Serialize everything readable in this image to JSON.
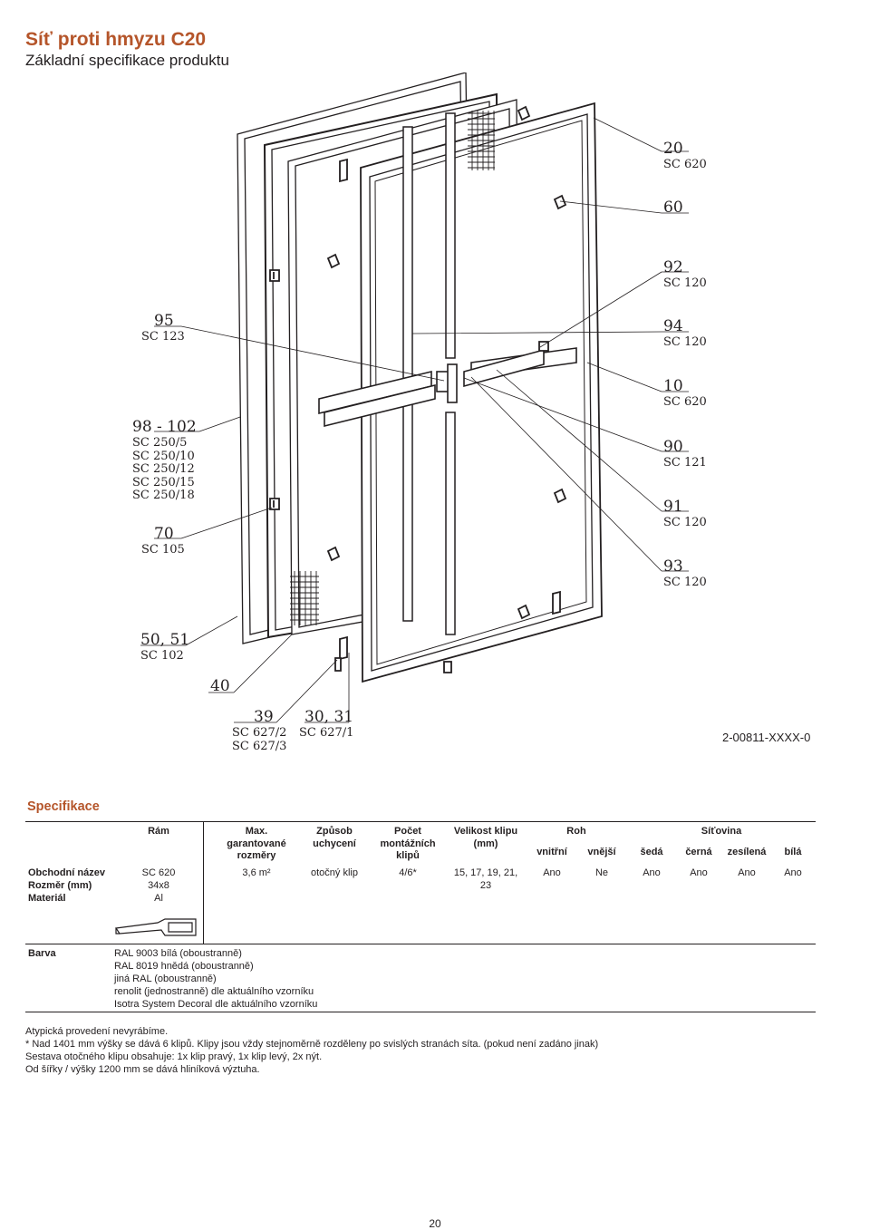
{
  "header": {
    "title": "Síť proti hmyzu C20",
    "subtitle": "Základní specifikace produktu"
  },
  "callouts": [
    {
      "id": "c20",
      "num": "20",
      "codes": [
        "SC 620"
      ]
    },
    {
      "id": "c60",
      "num": "60",
      "codes": []
    },
    {
      "id": "c92",
      "num": "92",
      "codes": [
        "SC 120"
      ]
    },
    {
      "id": "c95",
      "num": "95",
      "codes": [
        "SC 123"
      ]
    },
    {
      "id": "c94",
      "num": "94",
      "codes": [
        "SC 120"
      ]
    },
    {
      "id": "c10",
      "num": "10",
      "codes": [
        "SC 620"
      ]
    },
    {
      "id": "c98",
      "num": "98 - 102",
      "codes": [
        "SC 250/5",
        "SC 250/10",
        "SC 250/12",
        "SC 250/15",
        "SC 250/18"
      ]
    },
    {
      "id": "c90",
      "num": "90",
      "codes": [
        "SC 121"
      ]
    },
    {
      "id": "c91",
      "num": "91",
      "codes": [
        "SC 120"
      ]
    },
    {
      "id": "c70",
      "num": "70",
      "codes": [
        "SC 105"
      ]
    },
    {
      "id": "c93",
      "num": "93",
      "codes": [
        "SC 120"
      ]
    },
    {
      "id": "c50",
      "num": "50, 51",
      "codes": [
        "SC 102"
      ]
    },
    {
      "id": "c40",
      "num": "40",
      "codes": []
    },
    {
      "id": "c39",
      "num": "39",
      "codes": [
        "SC 627/2",
        "SC 627/3"
      ]
    },
    {
      "id": "c30",
      "num": "30, 31",
      "codes": [
        "SC 627/1"
      ]
    }
  ],
  "document_number": "2-00811-XXXX-0",
  "spec": {
    "heading": "Specifikace",
    "row_labels": [
      "Obchodní název",
      "Rozměr (mm)",
      "Materiál"
    ],
    "columns": {
      "ram": {
        "header": "Rám",
        "values": [
          "SC 620",
          "34x8",
          "Al"
        ]
      },
      "max": {
        "header": "Max. garantované rozměry",
        "value": "3,6 m²"
      },
      "zpusob": {
        "header": "Způsob uchycení",
        "value": "otočný klip"
      },
      "pocet": {
        "header": "Počet montážních klipů",
        "value": "4/6*"
      },
      "velikost": {
        "header": "Velikost klipu (mm)",
        "value": "15, 17, 19, 21, 23"
      },
      "roh": {
        "header": "Roh",
        "sub": [
          "vnitřní",
          "vnější"
        ],
        "values": [
          "Ano",
          "Ne"
        ]
      },
      "sitovina": {
        "header": "Síťovina",
        "sub": [
          "šedá",
          "černá",
          "zesílená",
          "bílá"
        ],
        "values": [
          "Ano",
          "Ano",
          "Ano",
          "Ano"
        ]
      }
    },
    "barva": {
      "label": "Barva",
      "items": [
        "RAL 9003 bílá (oboustranně)",
        "RAL 8019 hnědá (oboustranně)",
        "jiná RAL (oboustranně)",
        "renolit (jednostranně) dle aktuálního vzorníku",
        "Isotra System Decoral dle aktuálního vzorníku"
      ]
    }
  },
  "notes": [
    "Atypická provedení nevyrábíme.",
    "* Nad 1401 mm výšky se dává 6 klipů. Klipy jsou vždy stejnoměrně rozděleny po svislých stranách síta. (pokud není zadáno jinak)",
    "Sestava otočného klipu obsahuje: 1x klip pravý, 1x klip levý, 2x nýt.",
    "Od šířky / výšky 1200 mm se dává hliníková výztuha."
  ],
  "page_number": "20",
  "colors": {
    "accent": "#b5552a",
    "text": "#231f20",
    "line": "#231f20"
  }
}
